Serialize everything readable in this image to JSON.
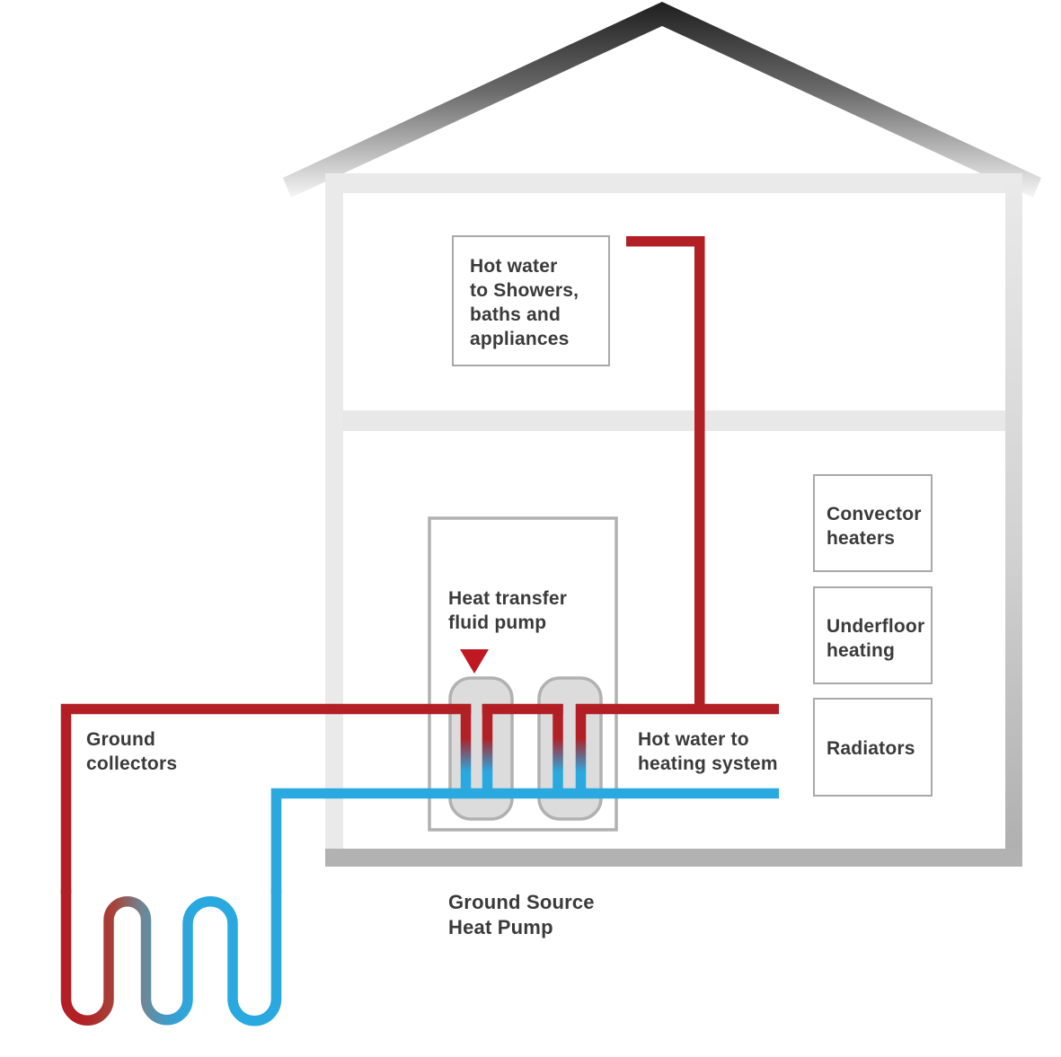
{
  "diagram": {
    "title": "Ground Source\nHeat Pump",
    "boxes": {
      "hot_water_showers": "Hot water\nto Showers,\nbaths and\nappliances",
      "convector_heaters": "Convector\nheaters",
      "underfloor_heating": "Underfloor\nheating",
      "radiators": "Radiators"
    },
    "labels": {
      "heat_transfer_pump": "Heat transfer\nfluid pump",
      "ground_collectors": "Ground\ncollectors",
      "hot_water_heating": "Hot water to\nheating system"
    },
    "legend_semantics": {
      "hot_pipe_color": "#b21f24",
      "cold_pipe_color": "#29a9e0",
      "house_structure_color": "#eaeaea",
      "house_base_color": "#b2b2b2",
      "heat_exchanger_fill": "#dcdcdc",
      "outline_color": "#b1b1b1",
      "text_color": "#3a3a3a",
      "roof_dark_color": "#1d1d1d"
    }
  }
}
